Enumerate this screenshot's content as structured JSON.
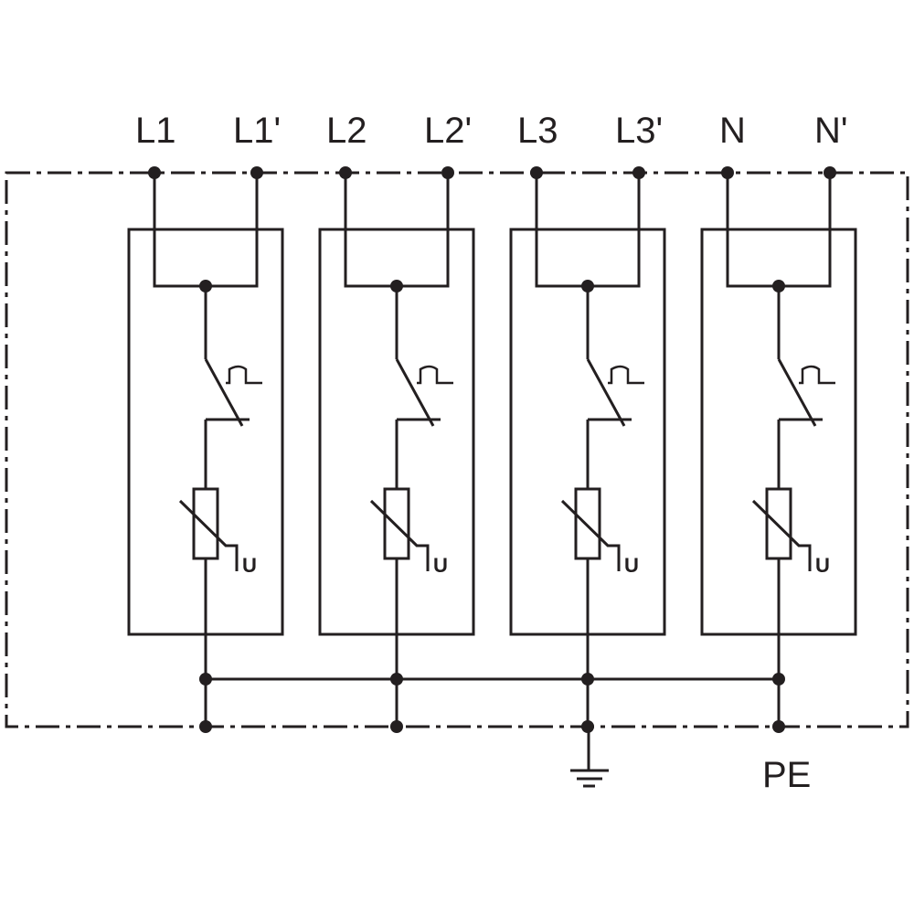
{
  "diagram": {
    "modules": [
      {
        "in_label": "L1",
        "out_label": "L1'",
        "varistor_label": "U"
      },
      {
        "in_label": "L2",
        "out_label": "L2'",
        "varistor_label": "U"
      },
      {
        "in_label": "L3",
        "out_label": "L3'",
        "varistor_label": "U"
      },
      {
        "in_label": "N",
        "out_label": "N'",
        "varistor_label": "U"
      }
    ],
    "pe_label": "PE",
    "ground_symbol": "earth-ground-icon"
  }
}
